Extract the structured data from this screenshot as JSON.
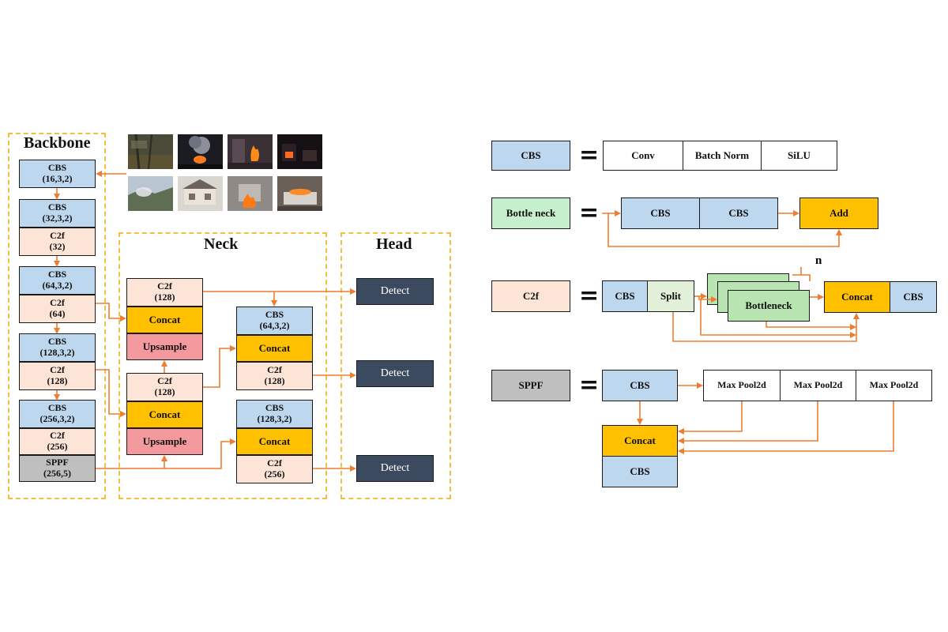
{
  "sections": {
    "backbone": "Backbone",
    "neck": "Neck",
    "head": "Head"
  },
  "backbone": {
    "cbs1": [
      "CBS",
      "(16,3,2)"
    ],
    "cbs2": [
      "CBS",
      "(32,3,2)"
    ],
    "c2f1": [
      "C2f",
      "(32)"
    ],
    "cbs3": [
      "CBS",
      "(64,3,2)"
    ],
    "c2f2": [
      "C2f",
      "(64)"
    ],
    "cbs4": [
      "CBS",
      "(128,3,2)"
    ],
    "c2f3": [
      "C2f",
      "(128)"
    ],
    "cbs5": [
      "CBS",
      "(256,3,2)"
    ],
    "c2f4": [
      "C2f",
      "(256)"
    ],
    "sppf": [
      "SPPF",
      "(256,5)"
    ]
  },
  "neck": {
    "c2f_top": [
      "C2f",
      "(128)"
    ],
    "concat_top": "Concat",
    "upsample_top": "Upsample",
    "c2f_mid": [
      "C2f",
      "(128)"
    ],
    "concat_mid": "Concat",
    "upsample_bot": "Upsample",
    "cbs_r1": [
      "CBS",
      "(64,3,2)"
    ],
    "concat_r1": "Concat",
    "c2f_r1": [
      "C2f",
      "(128)"
    ],
    "cbs_r2": [
      "CBS",
      "(128,3,2)"
    ],
    "concat_r2": "Concat",
    "c2f_r2": [
      "C2f",
      "(256)"
    ]
  },
  "head": {
    "detect1": "Detect",
    "detect2": "Detect",
    "detect3": "Detect"
  },
  "legend": {
    "equals": "=",
    "cbs": {
      "name": "CBS",
      "parts": [
        "Conv",
        "Batch Norm",
        "SiLU"
      ]
    },
    "bottleneck": {
      "name": "Bottle neck",
      "parts": [
        "CBS",
        "CBS"
      ],
      "add": "Add"
    },
    "c2f": {
      "name": "C2f",
      "cbs": "CBS",
      "split": "Split",
      "bottleneck": "Bottleneck",
      "n": "n",
      "concat": "Concat",
      "cbs_out": "CBS"
    },
    "sppf": {
      "name": "SPPF",
      "cbs": "CBS",
      "pools": [
        "Max Pool2d",
        "Max Pool2d",
        "Max Pool2d"
      ],
      "concat": "Concat",
      "cbs_out": "CBS"
    }
  },
  "colors": {
    "cbs": "#bdd7ee",
    "c2f": "#fce4d6",
    "concat": "#ffc000",
    "upsample": "#f4999e",
    "sppf": "#bfbfbf",
    "bottleneck": "#c6efce",
    "detect": "#3b4a5e",
    "arrow": "#ed7d31",
    "dash": "#f2c040"
  }
}
